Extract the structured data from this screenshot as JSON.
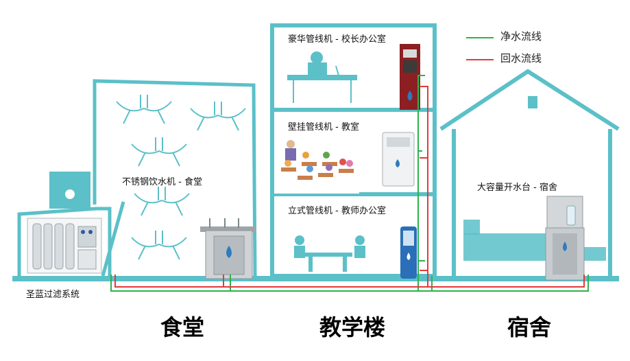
{
  "legend": {
    "clean_water": {
      "label": "净水流线",
      "color": "#2db24a"
    },
    "return_water": {
      "label": "回水流线",
      "color": "#e23a3a"
    }
  },
  "structure_color": "#5bc0c8",
  "labels": {
    "filter_system": "圣蓝过滤系统",
    "canteen_unit": "不锈钢饮水机 - 食堂",
    "principal_unit": "豪华管线机 - 校长办公室",
    "classroom_unit": "壁挂管线机 - 教室",
    "teacher_unit": "立式管线机 - 教师办公室",
    "dorm_unit": "大容量开水台 - 宿舍"
  },
  "buildings": {
    "canteen": "食堂",
    "teaching": "教学楼",
    "dorm": "宿舍"
  }
}
